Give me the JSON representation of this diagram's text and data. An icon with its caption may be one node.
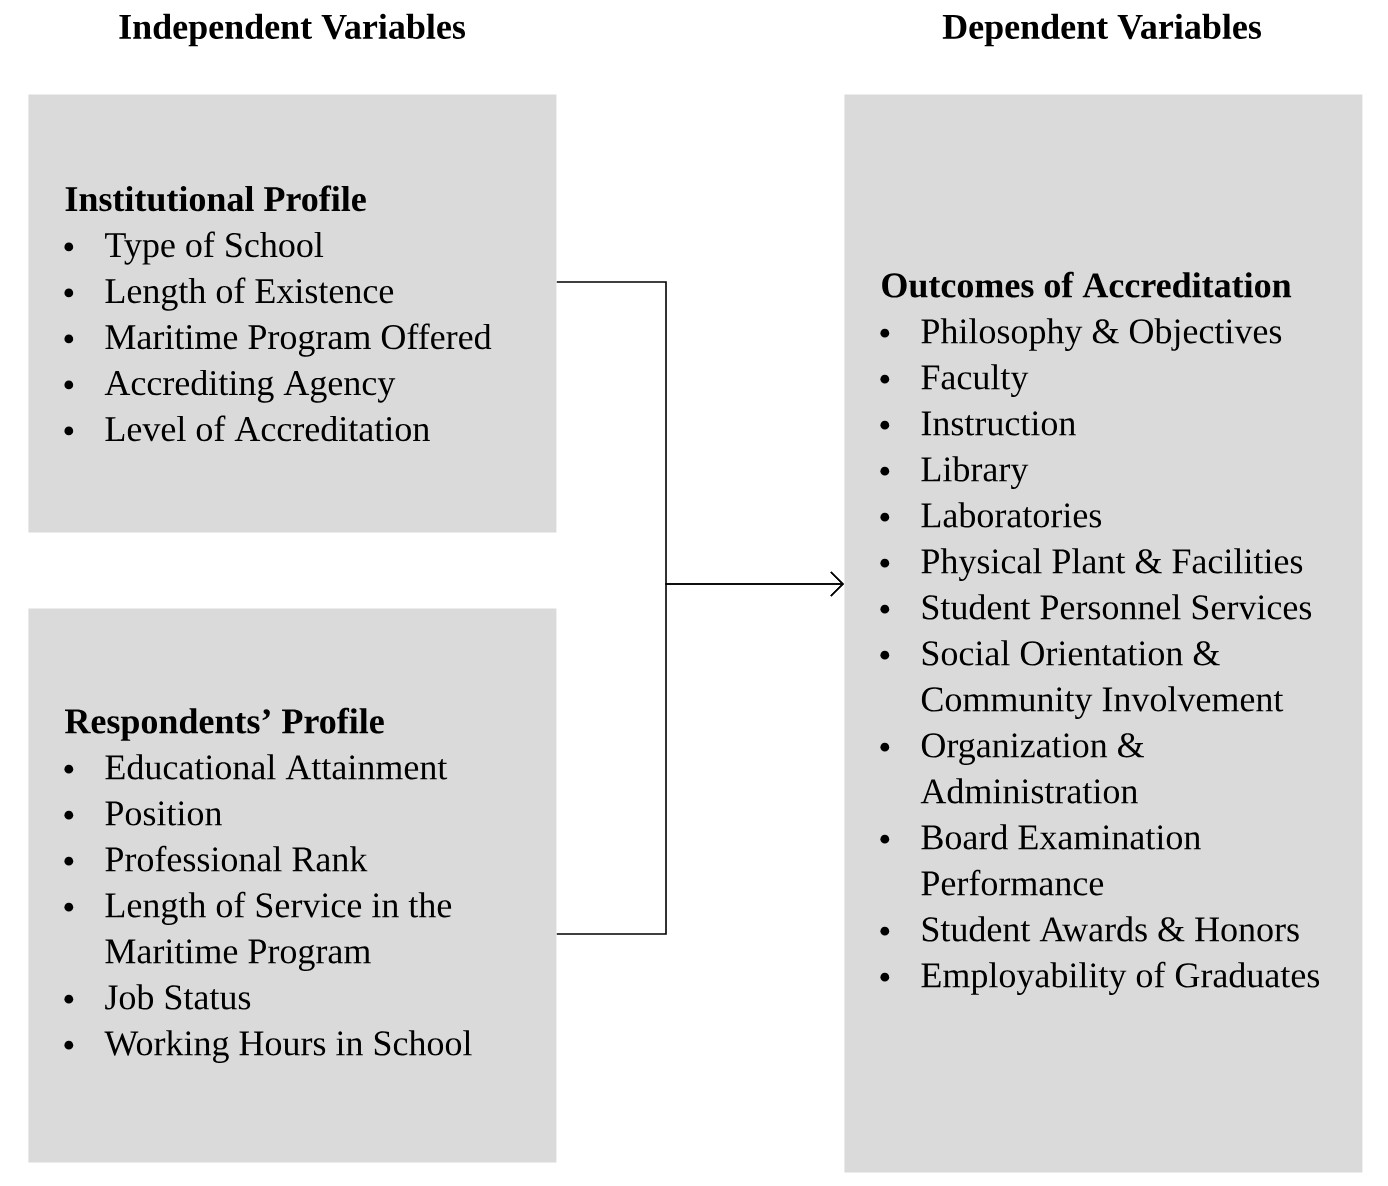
{
  "diagram": {
    "nodes": [
      {
        "text": [
          "Institutional Profile",
          "Type of School",
          "Length of Existence",
          "Maritime Program Offered",
          "Accrediting Agency",
          "Level of Accreditation"
        ]
      },
      {
        "text": [
          "Respondents’ Profile",
          "Educational Attainment",
          "Position",
          "Professional Rank",
          "Length of Service in the Maritime Program",
          "Job Status",
          "Working Hours in School"
        ]
      },
      {
        "text": [
          "Outcomes of Accreditation",
          "Philosophy & Objectives",
          "Faculty",
          "Instruction",
          "Library",
          "Laboratories",
          "Physical Plant & Facilities",
          "Student Personnel Services",
          "Social Orientation & Community Involvement",
          "Organization & Administration",
          "Board Examination Performance",
          "Student Awards & Honors",
          "Employability of Graduates"
        ]
      }
    ],
    "edges": [
      {
        "from": 0,
        "to": 2,
        "arrow": "to"
      },
      {
        "from": 1,
        "to": 2,
        "arrow": "to"
      }
    ],
    "labels": [
      "Independent Variables",
      "Dependent Variables"
    ]
  }
}
